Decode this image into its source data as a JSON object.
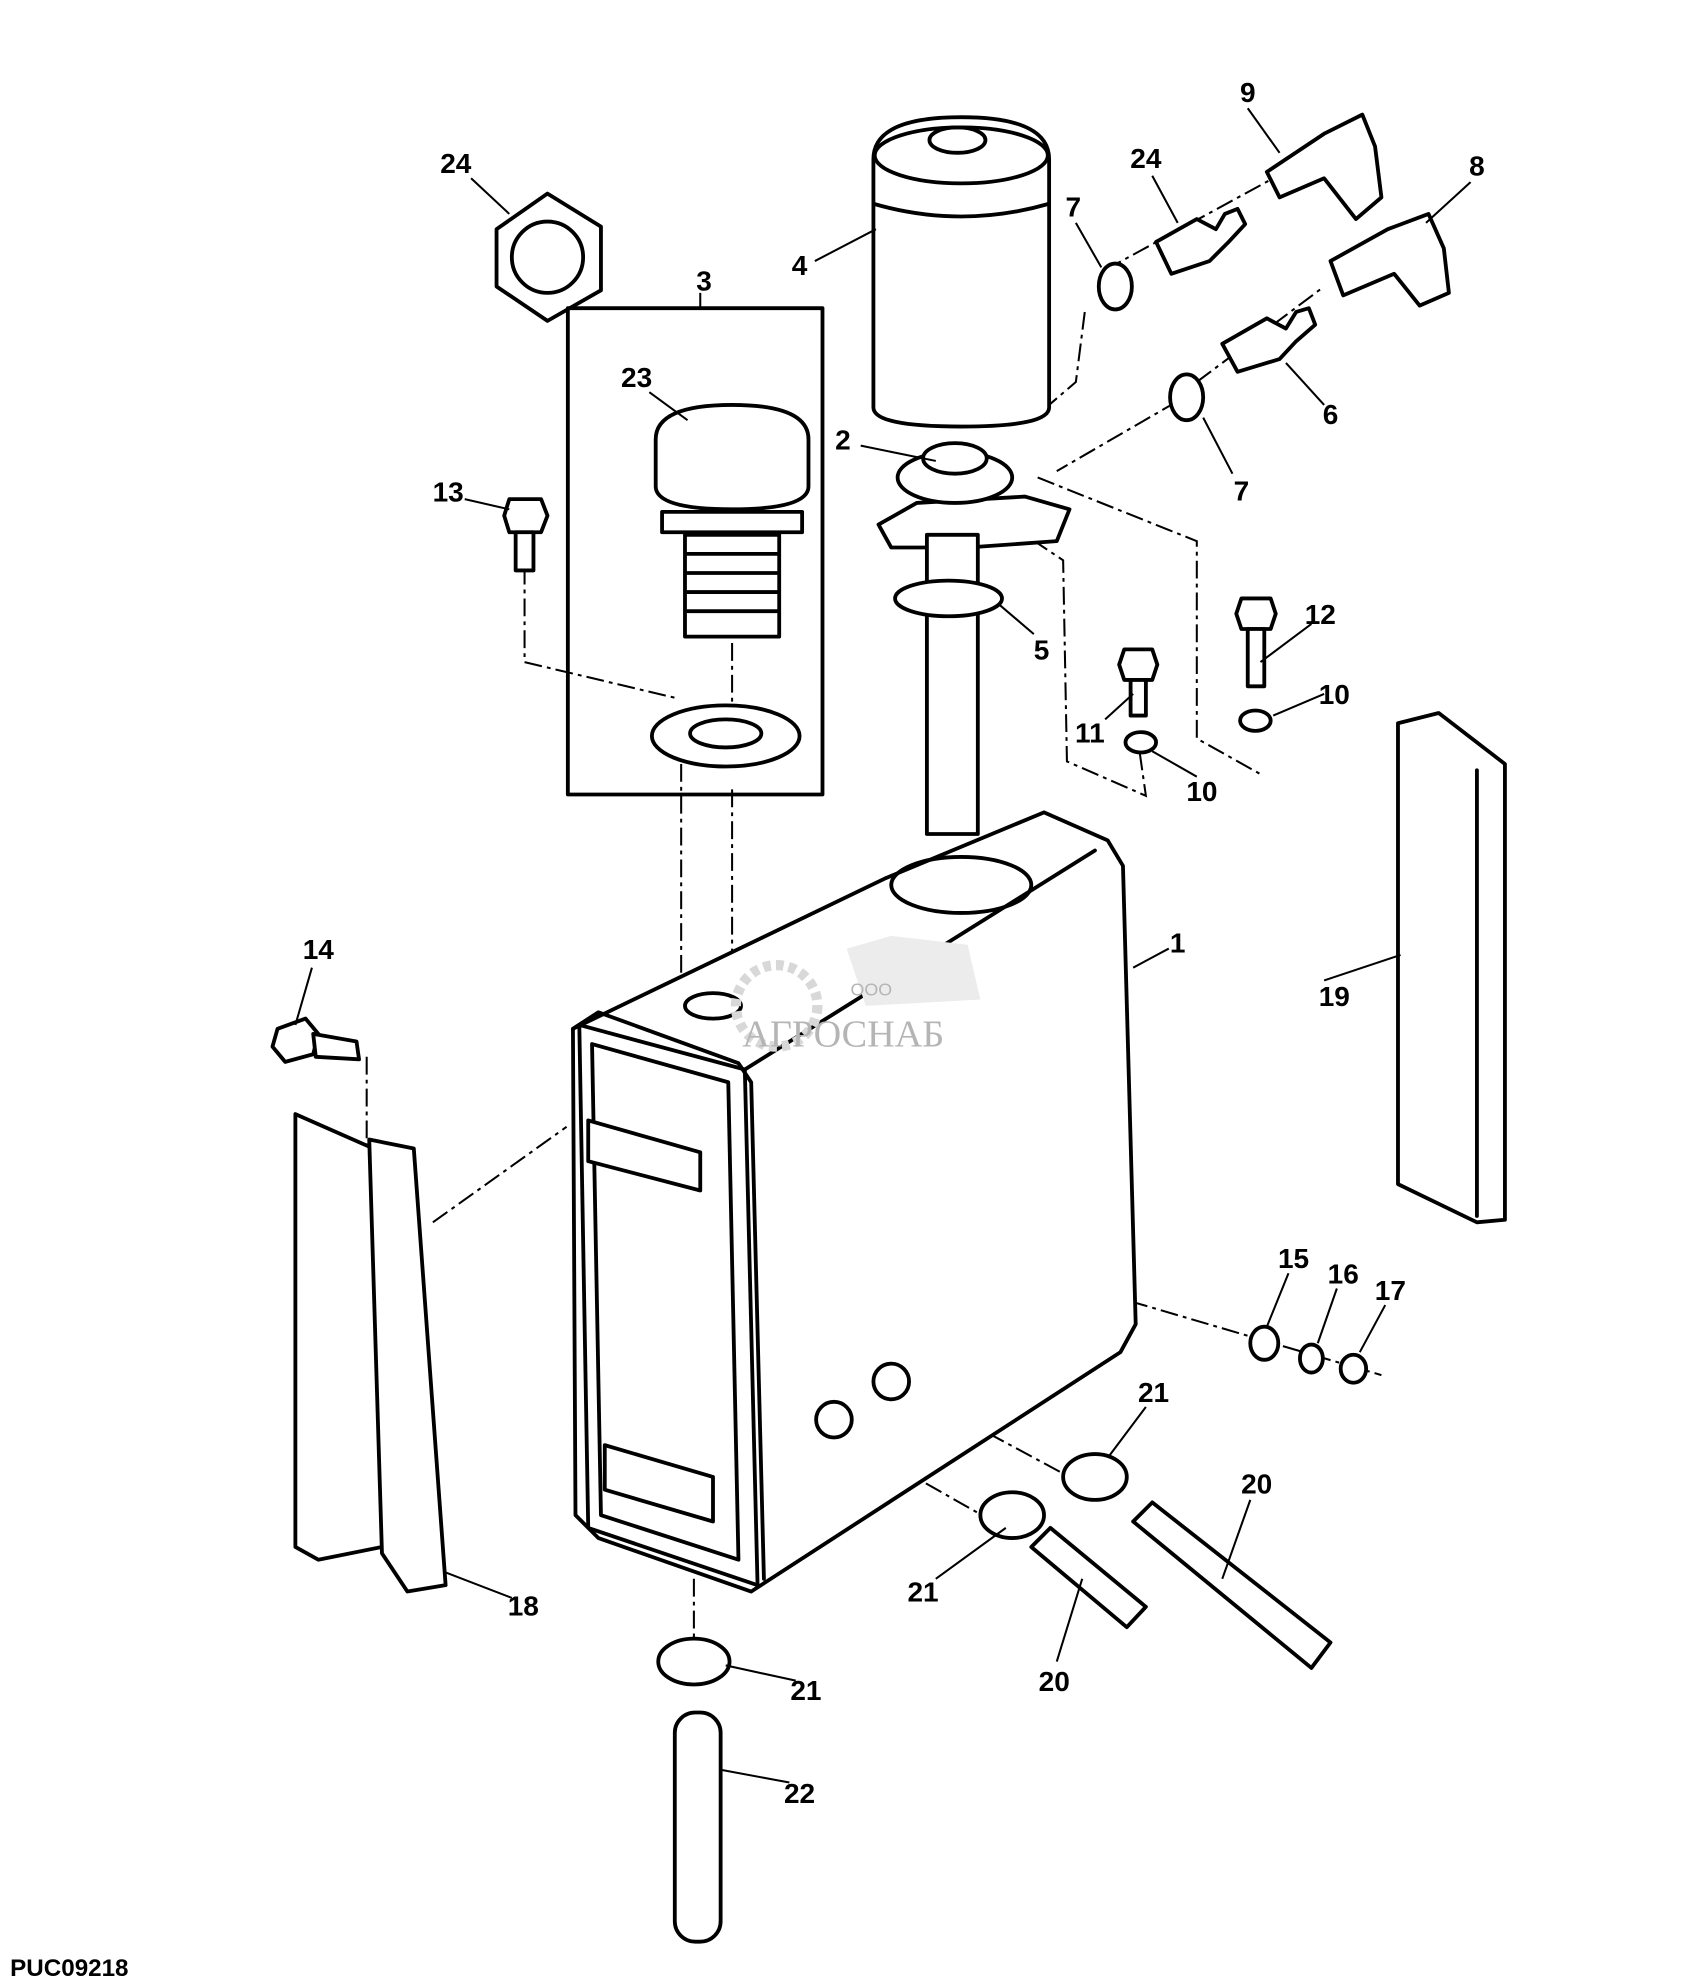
{
  "diagram": {
    "figure_code": "PUC09218",
    "callouts": [
      "24",
      "9",
      "8",
      "24",
      "7",
      "4",
      "3",
      "23",
      "2",
      "6",
      "7",
      "13",
      "12",
      "5",
      "10",
      "11",
      "10",
      "1",
      "14",
      "19",
      "15",
      "16",
      "17",
      "21",
      "20",
      "21",
      "18",
      "21",
      "20",
      "22"
    ],
    "watermark": {
      "prefix": "ООО",
      "name": "АГРОСНАБ"
    }
  }
}
